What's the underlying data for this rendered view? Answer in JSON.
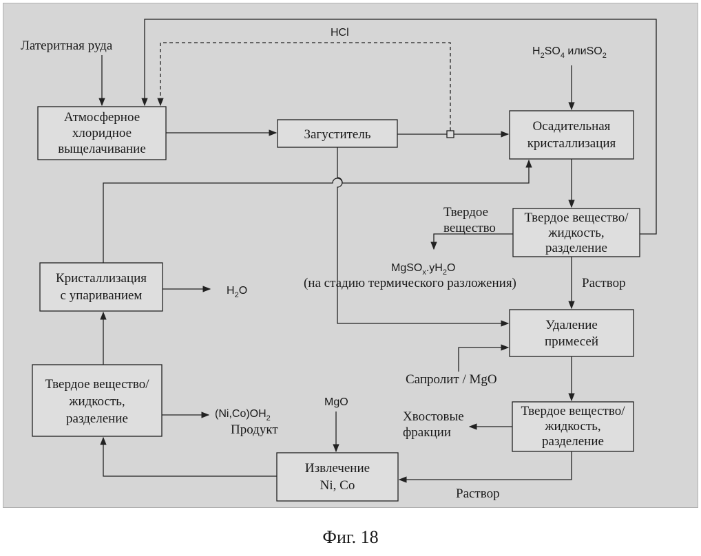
{
  "boxes": {
    "leach": [
      "Атмосферное",
      "хлоридное",
      "выщелачивание"
    ],
    "thickener": [
      "Загуститель"
    ],
    "precip": [
      "Осадительная",
      "кристаллизация"
    ],
    "sl_sep_1": [
      "Твердое вещество/",
      "жидкость,",
      "разделение"
    ],
    "evap": [
      "Кристаллизация",
      "с упариванием"
    ],
    "impurity": [
      "Удаление",
      "примесей"
    ],
    "sl_sep_left": [
      "Твердое вещество/",
      "жидкость,",
      "разделение"
    ],
    "sl_sep_2": [
      "Твердое вещество/",
      "жидкость,",
      "разделение"
    ],
    "extract": [
      "Извлечение",
      "Ni, Co"
    ]
  },
  "labels": {
    "ore": "Латеритная руда",
    "hcl": "HCl",
    "acid": {
      "h": "H",
      "h_sub": "2",
      "so": "SO",
      "so_sub": "4",
      "or": " или",
      "so2": "SO",
      "so2_sub": "2"
    },
    "solid_1": "Твердое",
    "solid_2": "вещество",
    "mgso": {
      "a": "MgSO",
      "a_sub": "x",
      "b": ".yH",
      "b_sub": "2",
      "c": "O"
    },
    "thermal": "(на стадию термического разложения)",
    "solution_1": "Раствор",
    "h2o": {
      "a": "H",
      "a_sub": "2",
      "b": "O"
    },
    "saprolite": "Сапролит / MgO",
    "tails_1": "Хвостовые",
    "tails_2": "фракции",
    "product_formula": {
      "a": "(Ni,Co)OH",
      "a_sub": "2"
    },
    "product": "Продукт",
    "mgo": "MgO",
    "solution_2": "Раствор"
  },
  "caption": "Фиг. 18"
}
